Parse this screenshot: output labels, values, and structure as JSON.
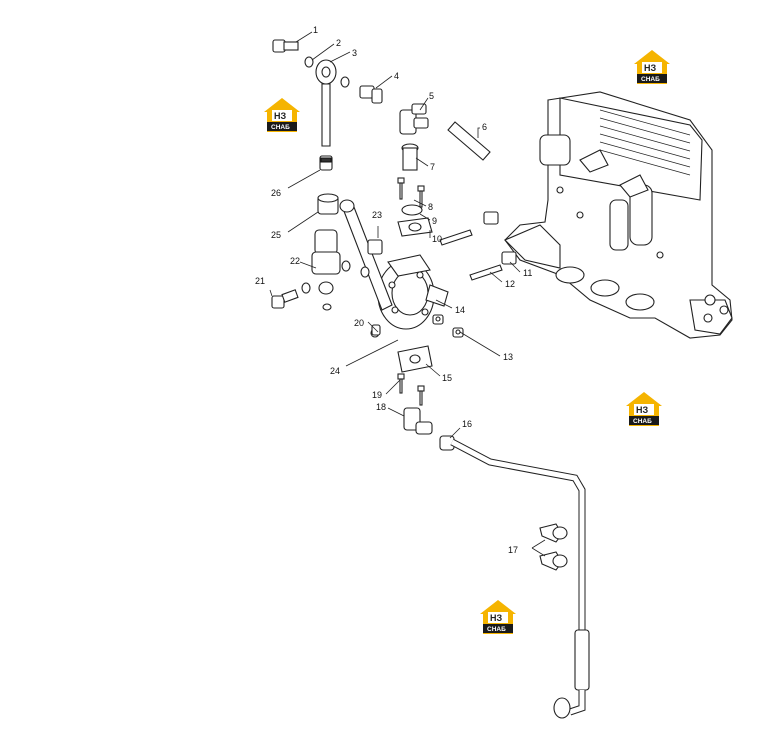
{
  "watermark": {
    "brand_short": "НЗ",
    "brand_sub": "СНАБ",
    "colors": {
      "roof": "#f5b400",
      "plate": "#1a1a1a",
      "text": "#ffffff"
    }
  },
  "callouts": [
    "1",
    "2",
    "3",
    "4",
    "5",
    "6",
    "7",
    "8",
    "9",
    "10",
    "11",
    "12",
    "13",
    "14",
    "15",
    "16",
    "17",
    "18",
    "19",
    "20",
    "21",
    "22",
    "23",
    "24",
    "25",
    "26"
  ]
}
